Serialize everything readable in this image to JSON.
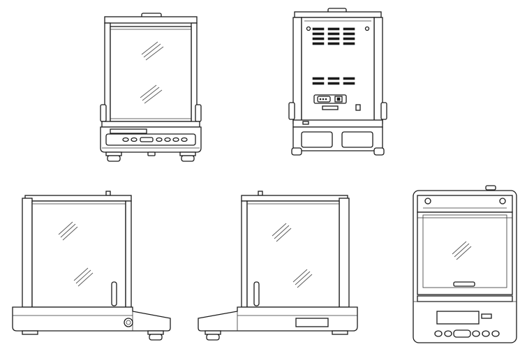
{
  "figure": {
    "views": [
      "front",
      "rear",
      "left-side",
      "right-side",
      "top"
    ],
    "style": "black line drawing on white",
    "background": "#ffffff",
    "line_color": "#1a1a1a"
  }
}
